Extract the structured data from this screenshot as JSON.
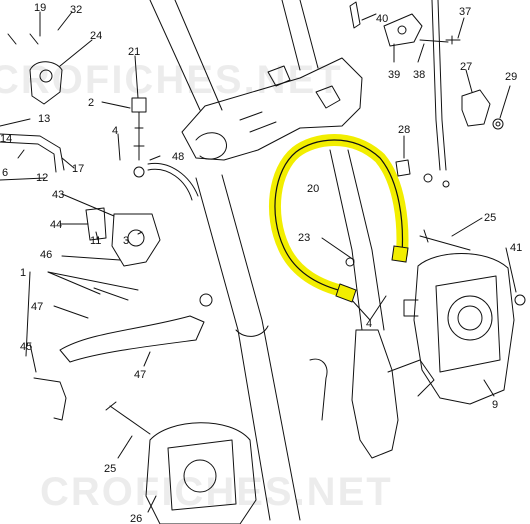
{
  "diagram": {
    "watermark_top": "CROFICHES.NET",
    "watermark_bottom": "CROFICHES.NET",
    "highlight_color": "#f2ee00",
    "line_color": "#111111",
    "callouts": [
      {
        "id": "c19",
        "text": "19"
      },
      {
        "id": "c32",
        "text": "32"
      },
      {
        "id": "c24",
        "text": "24"
      },
      {
        "id": "c40",
        "text": "40"
      },
      {
        "id": "c37",
        "text": "37"
      },
      {
        "id": "c21",
        "text": "21"
      },
      {
        "id": "c39",
        "text": "39"
      },
      {
        "id": "c38",
        "text": "38"
      },
      {
        "id": "c27",
        "text": "27"
      },
      {
        "id": "c29",
        "text": "29"
      },
      {
        "id": "c2",
        "text": "2"
      },
      {
        "id": "c13",
        "text": "13"
      },
      {
        "id": "c4a",
        "text": "4"
      },
      {
        "id": "c48",
        "text": "48"
      },
      {
        "id": "c28",
        "text": "28"
      },
      {
        "id": "c14",
        "text": "14"
      },
      {
        "id": "c6",
        "text": "6"
      },
      {
        "id": "c17",
        "text": "17"
      },
      {
        "id": "c12",
        "text": "12"
      },
      {
        "id": "c20",
        "text": "20"
      },
      {
        "id": "c43",
        "text": "43"
      },
      {
        "id": "c44",
        "text": "44"
      },
      {
        "id": "c11",
        "text": "11"
      },
      {
        "id": "c3",
        "text": "3"
      },
      {
        "id": "c25a",
        "text": "25"
      },
      {
        "id": "c23",
        "text": "23"
      },
      {
        "id": "c46",
        "text": "46"
      },
      {
        "id": "c1",
        "text": "1"
      },
      {
        "id": "c41",
        "text": "41"
      },
      {
        "id": "c4b",
        "text": "4"
      },
      {
        "id": "c47a",
        "text": "47"
      },
      {
        "id": "c45",
        "text": "45"
      },
      {
        "id": "c47b",
        "text": "47"
      },
      {
        "id": "c9",
        "text": "9"
      },
      {
        "id": "c25b",
        "text": "25"
      },
      {
        "id": "c26",
        "text": "26"
      }
    ]
  }
}
